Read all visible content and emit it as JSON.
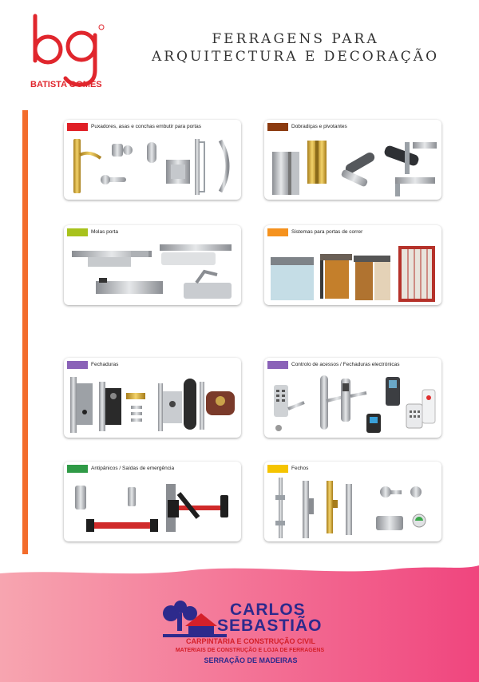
{
  "header": {
    "brand_name": "BATISTA GOMES",
    "logo_mark": "bg",
    "title_line1": "FERRAGENS PARA",
    "title_line2": "ARQUITECTURA E DECORAÇÃO",
    "brand_color": "#e0262d",
    "accent_bar_color": "#f36c2b"
  },
  "categories": [
    {
      "label": "Puxadores, asas e conchas embutir para portas",
      "color": "#e01f26"
    },
    {
      "label": "Dobradiças e pivotantes",
      "color": "#8b3a0f"
    },
    {
      "label": "Molas porta",
      "color": "#a8c21c"
    },
    {
      "label": "Sistemas para portas de correr",
      "color": "#f5921e"
    },
    {
      "label": "Fechaduras",
      "color": "#8a62b8"
    },
    {
      "label": "Controlo de acessos / Fechaduras electrónicas",
      "color": "#8a62b8"
    },
    {
      "label": "Antipânicos / Saídas de emergência",
      "color": "#2f9a46"
    },
    {
      "label": "Fechos",
      "color": "#f5c400"
    }
  ],
  "footer": {
    "company_line1": "CARLOS",
    "company_line2": "SEBASTIÃO",
    "tagline1": "CARPINTARIA E CONSTRUÇÃO CIVIL",
    "tagline2": "MATERIAIS DE CONSTRUÇÃO E LOJA DE FERRAGENS",
    "tagline3": "SERRAÇÃO DE MADEIRAS",
    "gradient_start": "#f7a5b0",
    "gradient_end": "#f0457e"
  }
}
